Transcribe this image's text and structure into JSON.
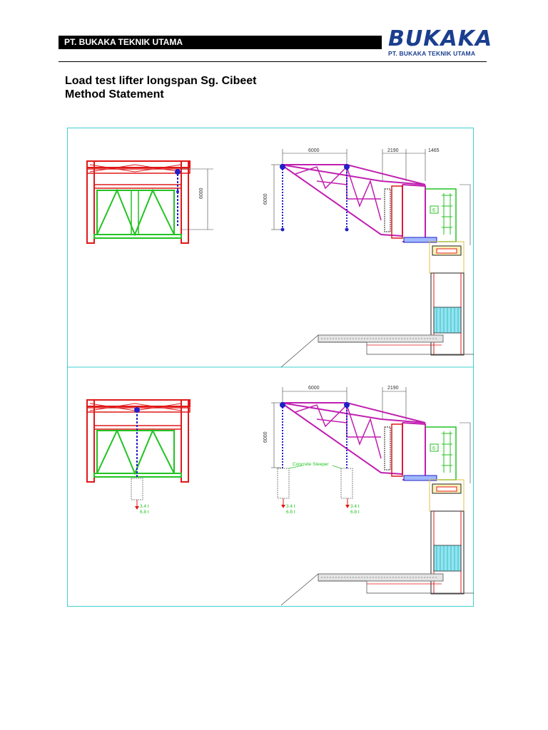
{
  "header": {
    "company": "PT. BUKAKA TEKNIK UTAMA",
    "logo_word": "BUKAKA",
    "logo_sub": "PT. BUKAKA TEKNIK UTAMA"
  },
  "title": {
    "line1": "Load test lifter longspan Sg. Cibeet",
    "line2": "Method Statement"
  },
  "drawing": {
    "top": {
      "dim_height_front": "6000",
      "dim_span": "6000",
      "dim_height_side": "6000",
      "dim_a": "2190",
      "dim_b": "1465",
      "tag": "6"
    },
    "bottom": {
      "dim_span": "6000",
      "dim_height_side": "6000",
      "dim_a": "2190",
      "tag": "6",
      "sleeper_label": "Concrete Sleeper",
      "load_front_1": "3.4 t",
      "load_front_2": "6.8 t",
      "load_left_1": "3.4 t",
      "load_left_2": "6.8 t",
      "load_right_1": "3.4 t",
      "load_right_2": "6.8 t"
    },
    "colors": {
      "frame": "#e01818",
      "truss": "#c01fb0",
      "brace": "#22c322",
      "hoist": "#2020c8",
      "border": "#3fd0d0"
    }
  }
}
